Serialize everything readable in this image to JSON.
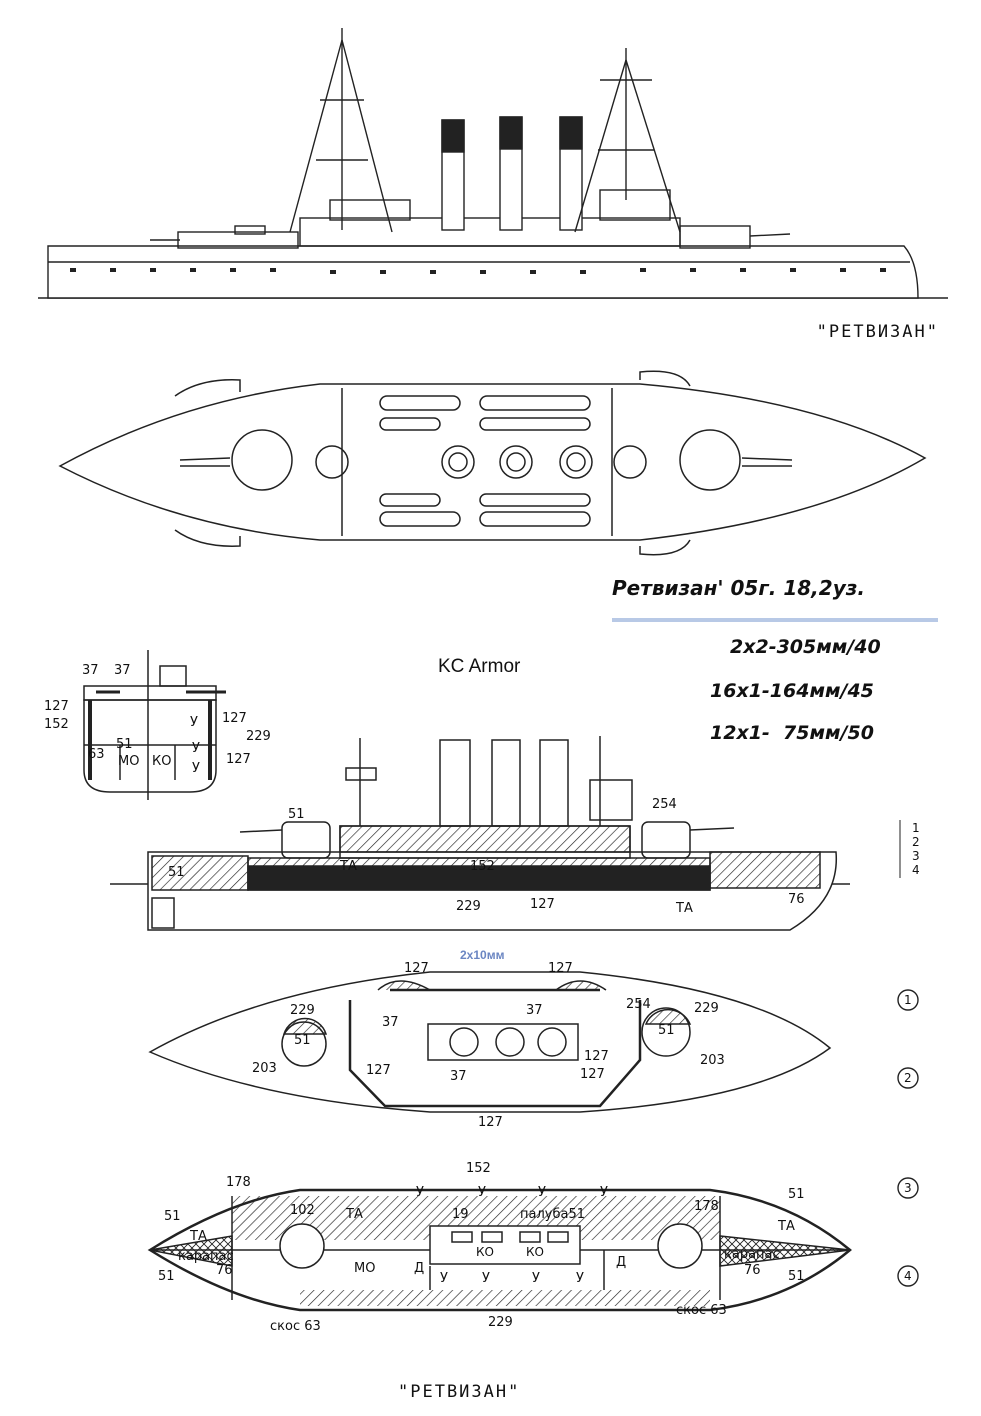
{
  "titles": {
    "top_name": "\"РЕТВИЗАН\"",
    "bottom_name": "\"РЕТВИЗАН\""
  },
  "spec": {
    "heading": "Ретвизан' 05г. 18,2уз.",
    "guns": [
      "2х2-305мм/40",
      "16х1-164мм/45",
      "12х1-  75мм/50"
    ]
  },
  "armor_label": "KC Armor",
  "plate_note": "2х10мм",
  "section": {
    "labels": [
      "37",
      "37",
      "127",
      "152",
      "127",
      "229",
      "127",
      "63",
      "51",
      "МО",
      "КО",
      "У",
      "У",
      "У"
    ]
  },
  "profile": {
    "labels": [
      "51",
      "254",
      "51",
      "ТА",
      "152",
      "229",
      "127",
      "ТА",
      "76"
    ],
    "deck_markers": [
      "1",
      "2",
      "3",
      "4"
    ]
  },
  "deck_plan": {
    "labels": [
      "127",
      "127",
      "229",
      "37",
      "37",
      "254",
      "229",
      "51",
      "51",
      "127",
      "203",
      "127",
      "127",
      "203",
      "37",
      "127"
    ]
  },
  "lower_plan": {
    "labels": [
      "152",
      "178",
      "178",
      "51",
      "51",
      "ТА",
      "102",
      "ТА",
      "19",
      "палуба51",
      "ТА",
      "У",
      "У",
      "У",
      "У",
      "карапас",
      "карапас",
      "76",
      "76",
      "51",
      "51",
      "МО",
      "Д",
      "Д",
      "КО",
      "КО",
      "У",
      "У",
      "У",
      "У",
      "скос 63",
      "229",
      "скос 63"
    ]
  },
  "circle_markers": [
    "1",
    "2",
    "3",
    "4"
  ]
}
